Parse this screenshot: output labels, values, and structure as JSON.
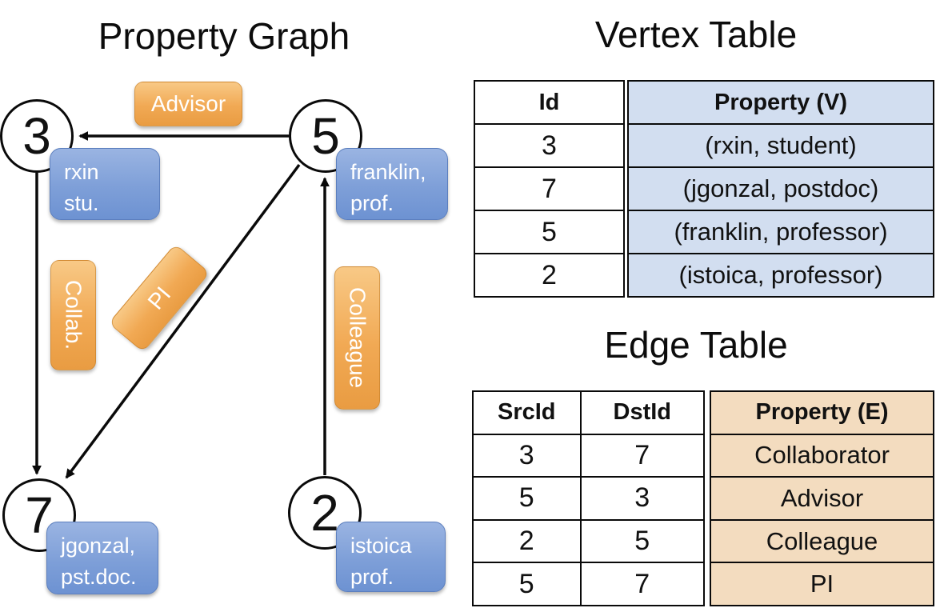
{
  "colors": {
    "badge_orange": "#f1a954",
    "node_box_blue": "#7e9fd8",
    "vertex_property_bg": "#d2def0",
    "edge_property_bg": "#f3dcbf",
    "line_black": "#0a0a0a"
  },
  "property_graph": {
    "title": "Property Graph",
    "nodes": [
      {
        "id": "3",
        "property_line1": "rxin",
        "property_line2": "stu."
      },
      {
        "id": "5",
        "property_line1": "franklin,",
        "property_line2": "prof."
      },
      {
        "id": "7",
        "property_line1": "jgonzal,",
        "property_line2": "pst.doc."
      },
      {
        "id": "2",
        "property_line1": "istoica",
        "property_line2": "prof."
      }
    ],
    "edges": [
      {
        "src": "5",
        "dst": "3",
        "label": "Advisor"
      },
      {
        "src": "3",
        "dst": "7",
        "label": "Collab."
      },
      {
        "src": "5",
        "dst": "7",
        "label": "PI"
      },
      {
        "src": "2",
        "dst": "5",
        "label": "Colleague"
      }
    ]
  },
  "vertex_table": {
    "title": "Vertex Table",
    "headers": {
      "id": "Id",
      "property": "Property (V)"
    },
    "rows": [
      {
        "id": "3",
        "property": "(rxin, student)"
      },
      {
        "id": "7",
        "property": "(jgonzal, postdoc)"
      },
      {
        "id": "5",
        "property": "(franklin, professor)"
      },
      {
        "id": "2",
        "property": "(istoica, professor)"
      }
    ]
  },
  "edge_table": {
    "title": "Edge Table",
    "headers": {
      "src": "SrcId",
      "dst": "DstId",
      "property": "Property (E)"
    },
    "rows": [
      {
        "src": "3",
        "dst": "7",
        "property": "Collaborator"
      },
      {
        "src": "5",
        "dst": "3",
        "property": "Advisor"
      },
      {
        "src": "2",
        "dst": "5",
        "property": "Colleague"
      },
      {
        "src": "5",
        "dst": "7",
        "property": "PI"
      }
    ]
  }
}
